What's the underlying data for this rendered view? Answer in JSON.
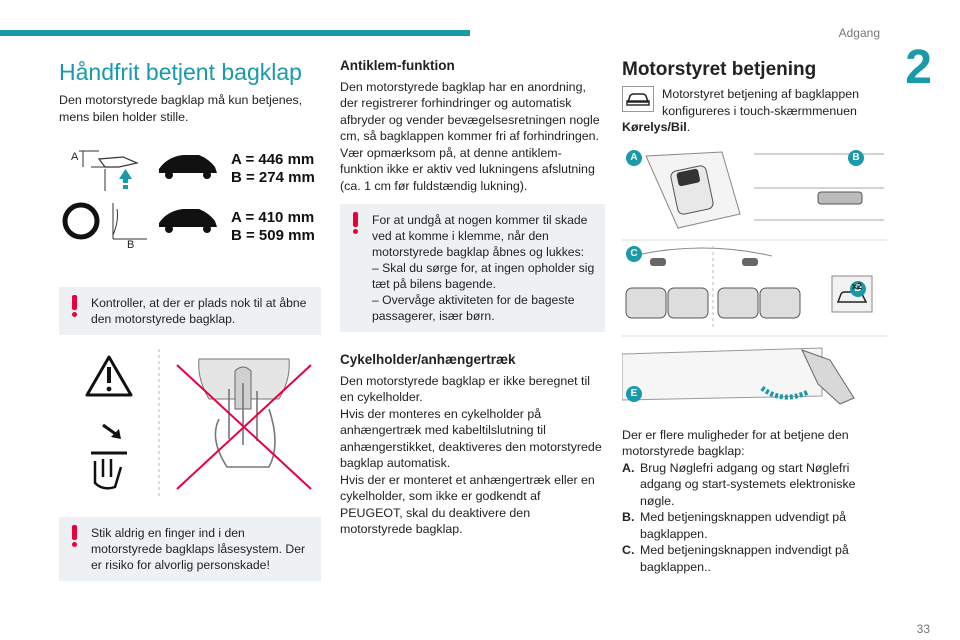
{
  "header": {
    "section": "Adgang",
    "chapter": "2",
    "page_number": "33"
  },
  "col1": {
    "title": "Håndfrit betjent bagklap",
    "intro": "Den motorstyrede bagklap må kun betjenes, mens bilen holder stille.",
    "spec1_a": "A = 446 mm",
    "spec1_b": "B = 274 mm",
    "spec2_a": "A = 410 mm",
    "spec2_b": "B = 509 mm",
    "label_a": "A",
    "label_b": "B",
    "warning1": "Kontroller, at der er plads nok til at åbne den motorstyrede bagklap.",
    "warning2": "Stik aldrig en finger ind i den motorstyrede bagklaps låsesystem. Der er risiko for alvorlig personskade!"
  },
  "col2": {
    "antiklem_heading": "Antiklem-funktion",
    "antiklem_text": "Den motorstyrede bagklap har en anordning, der registrerer forhindringer og automatisk afbryder og vender bevægelsesretningen nogle cm, så bagklappen kommer fri af forhindringen.",
    "antiklem_text2": "Vær opmærksom på, at denne antiklem-funktion ikke er aktiv ved lukningens afslutning (ca. 1 cm før fuldstændig lukning).",
    "warning_text": "For at undgå at nogen kommer til skade ved at komme i klemme, når den motorstyrede bagklap åbnes og lukkes:",
    "warning_item1": "– Skal du sørge for, at ingen opholder sig tæt på bilens bagende.",
    "warning_item2": "– Overvåge aktiviteten for de bageste passagerer, især børn.",
    "cykel_heading": "Cykelholder/anhængertræk",
    "cykel_text1": "Den motorstyrede bagklap er ikke beregnet til en cykelholder.",
    "cykel_text2": "Hvis der monteres en cykelholder på anhængertræk med kabeltilslutning til anhængerstikket, deaktiveres den motorstyrede bagklap automatisk.",
    "cykel_text3": "Hvis der er monteret et anhængertræk eller en cykelholder, som ikke er godkendt af PEUGEOT, skal du deaktivere den motorstyrede bagklap."
  },
  "col3": {
    "heading": "Motorstyret betjening",
    "intro": "Motorstyret betjening af bagklappen konfigureres i touch-skærmmenuen",
    "menu_path": "Kørelys/Bil",
    "menu_suffix": ".",
    "badges": [
      "A",
      "B",
      "C",
      "D",
      "E"
    ],
    "d_badge_text": "x2",
    "options_intro": "Der er flere muligheder for at betjene den motorstyrede bagklap:",
    "options": [
      {
        "letter": "A.",
        "text": "Brug Nøglefri adgang og start Nøglefri adgang og start-systemets elektroniske nøgle."
      },
      {
        "letter": "B.",
        "text": "Med betjeningsknappen udvendigt på bagklappen."
      },
      {
        "letter": "C.",
        "text": "Med betjeningsknappen indvendigt på bagklappen.."
      }
    ]
  },
  "colors": {
    "accent": "#1a9aa8",
    "warning": "#e8003d",
    "panel": "#eef1f4"
  }
}
